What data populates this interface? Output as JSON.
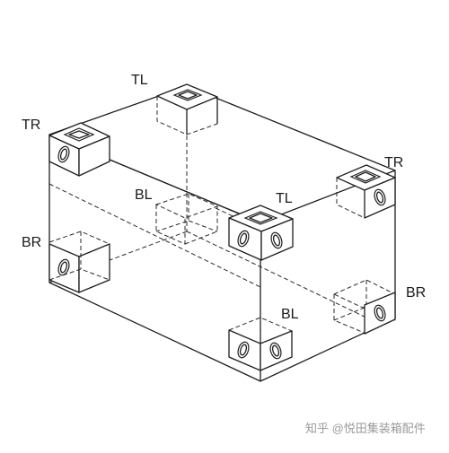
{
  "labels": {
    "tl_back": "TL",
    "tr_back": "TR",
    "bl_back": "BL",
    "br_back": "BR",
    "tl_front": "TL",
    "tr_front": "TR",
    "bl_front": "BL",
    "br_front": "BR"
  },
  "watermark": "知乎 @悦田集装箱配件",
  "colors": {
    "line": "#1e1e1e",
    "hidden_line": "#2a2a2a",
    "background": "#ffffff"
  }
}
